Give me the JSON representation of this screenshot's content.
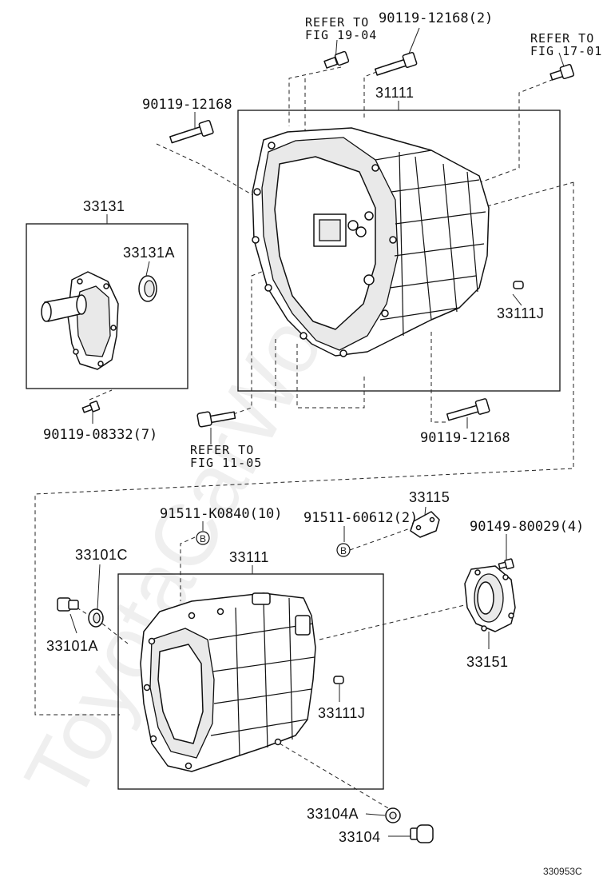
{
  "watermark": "ToyotaCarWorld.ru",
  "labels": {
    "refer_19_04_line1": "REFER TO",
    "refer_19_04_line2": "FIG 19-04",
    "bolt_top": "90119-12168(2)",
    "refer_17_01_line1": "REFER TO",
    "refer_17_01_line2": "FIG 17-01",
    "bolt_left": "90119-12168",
    "housing_top": "31111",
    "retainer_group": "33131",
    "oil_seal_top": "33131A",
    "pin_top": "33111J",
    "bolt_retainer": "90119-08332(7)",
    "refer_11_05_line1": "REFER TO",
    "refer_11_05_line2": "FIG 11-05",
    "bolt_right": "90119-12168",
    "cover_33115": "33115",
    "bolt_b_k0840": "91511-K0840(10)",
    "bolt_b_60612": "91511-60612(2)",
    "bolt_80029": "90149-80029(4)",
    "gasket_33101c": "33101C",
    "housing_bottom": "33111",
    "plug_33101a": "33101A",
    "pin_bottom": "33111J",
    "retainer_33151": "33151",
    "gasket_33104a": "33104A",
    "plug_33104": "33104",
    "circle_b_1": "B",
    "circle_b_2": "B",
    "figure_code": "330953C"
  }
}
